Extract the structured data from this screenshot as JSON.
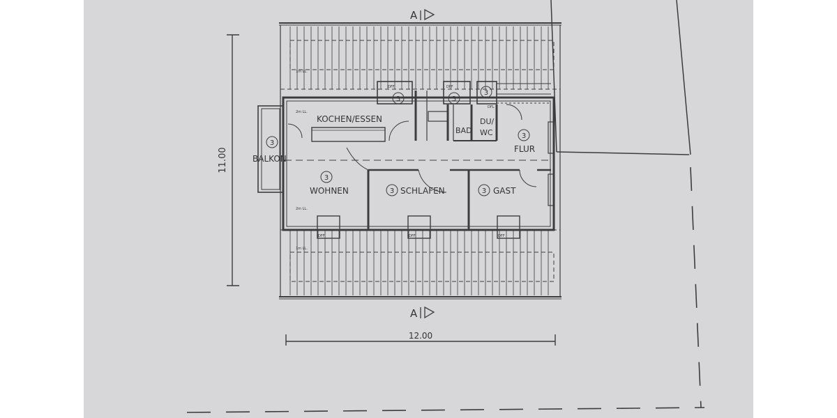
{
  "section_marks": {
    "top": "A",
    "bottom": "A"
  },
  "dimensions": {
    "width": "12.00",
    "height": "11.00"
  },
  "rooms": {
    "kochen_essen": "KOCHEN/ESSEN",
    "bad": "BAD",
    "du_wc": "DU/\nWC",
    "flur": "FLUR",
    "balkon": "BALKON",
    "wohnen": "WOHNEN",
    "schlafen": "SCHLAFEN",
    "gast": "GAST"
  },
  "room_marker": "3",
  "notes": {
    "one_m": "1m LL.",
    "two_m": "2m LL.",
    "dfl": "DFL",
    "dff": "DFF"
  }
}
